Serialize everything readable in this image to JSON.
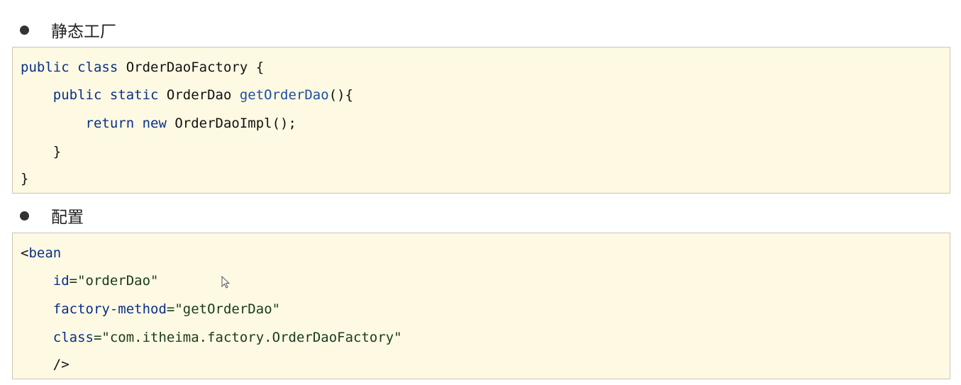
{
  "section1": {
    "heading": "静态工厂",
    "code": [
      [
        {
          "t": "public class",
          "c": "kw"
        },
        {
          "t": " OrderDaoFactory {",
          "c": ""
        }
      ],
      [
        {
          "t": "    public static",
          "c": "kw"
        },
        {
          "t": " OrderDao ",
          "c": ""
        },
        {
          "t": "getOrderDao",
          "c": "fn"
        },
        {
          "t": "(){",
          "c": ""
        }
      ],
      [
        {
          "t": "        return new",
          "c": "kw"
        },
        {
          "t": " OrderDaoImpl();",
          "c": ""
        }
      ],
      [
        {
          "t": "    }",
          "c": ""
        }
      ],
      [
        {
          "t": "}",
          "c": ""
        }
      ]
    ]
  },
  "section2": {
    "heading": "配置",
    "code": [
      [
        {
          "t": "<",
          "c": ""
        },
        {
          "t": "bean",
          "c": "kw"
        }
      ],
      [
        {
          "t": "    ",
          "c": ""
        },
        {
          "t": "id",
          "c": "attr"
        },
        {
          "t": "=\"orderDao\"",
          "c": "str"
        }
      ],
      [
        {
          "t": "    ",
          "c": ""
        },
        {
          "t": "factory-method",
          "c": "attr"
        },
        {
          "t": "=\"getOrderDao\"",
          "c": "str"
        }
      ],
      [
        {
          "t": "    ",
          "c": ""
        },
        {
          "t": "class",
          "c": "attr"
        },
        {
          "t": "=\"com.itheima.factory.OrderDaoFactory\"",
          "c": "str"
        }
      ],
      [
        {
          "t": "    />",
          "c": ""
        }
      ]
    ]
  },
  "colors": {
    "code_background": "#fdf9e3",
    "keyword": "#0a2f86",
    "function": "#1f4fa0"
  }
}
